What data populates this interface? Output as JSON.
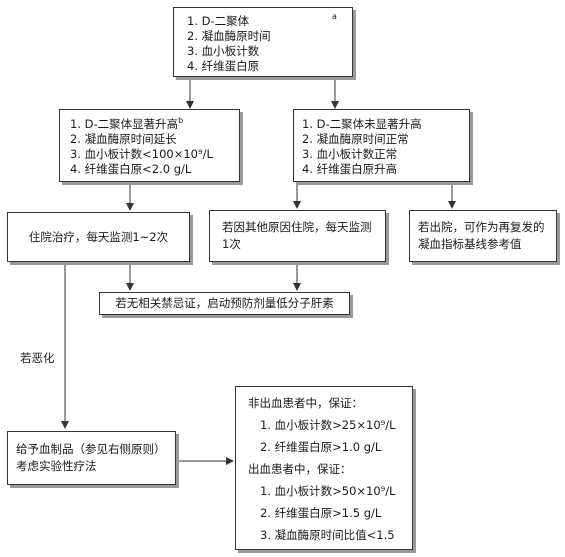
{
  "top_box": {
    "items": [
      "1. D-二聚体",
      "2. 凝血酶原时间",
      "3. 血小板计数",
      "4. 纤维蛋白原"
    ],
    "note_mark": "a"
  },
  "left_box": {
    "items": [
      "1. D-二聚体显著升高",
      "2. 凝血酶原时间延长",
      "3. 血小板计数<100×10⁹/L",
      "4. 纤维蛋白原<2.0 g/L"
    ],
    "first_item_mark": "b"
  },
  "right_box": {
    "items": [
      "1. D-二聚体未显著升高",
      "2. 凝血酶原时间正常",
      "3. 血小板计数正常",
      "4. 纤维蛋白原升高"
    ]
  },
  "hospital_box": {
    "text": "住院治疗，每天监测1~2次"
  },
  "other_cause_box": {
    "text": "若因其他原因住院，每天监测1次"
  },
  "discharge_box": {
    "text": "若出院，可作为再复发的凝血指标基线参考值"
  },
  "lmwh_box": {
    "text": "若无相关禁忌证，启动预防剂量低分子肝素"
  },
  "worsen_label": "若恶化",
  "blood_box": {
    "text": "给予血制品（参见右侧原则）考虑实验性疗法"
  },
  "principle_box": {
    "non_bleeding_title": "非出血患者中，保证：",
    "non_bleeding_items": [
      "1. 血小板计数>25×10⁹/L",
      "2. 纤维蛋白原>1.0 g/L"
    ],
    "bleeding_title": "出血患者中，保证：",
    "bleeding_items": [
      "1. 血小板计数>50×10⁹/L",
      "2. 纤维蛋白原>1.5 g/L",
      "3. 凝血酶原时间比值<1.5"
    ]
  }
}
